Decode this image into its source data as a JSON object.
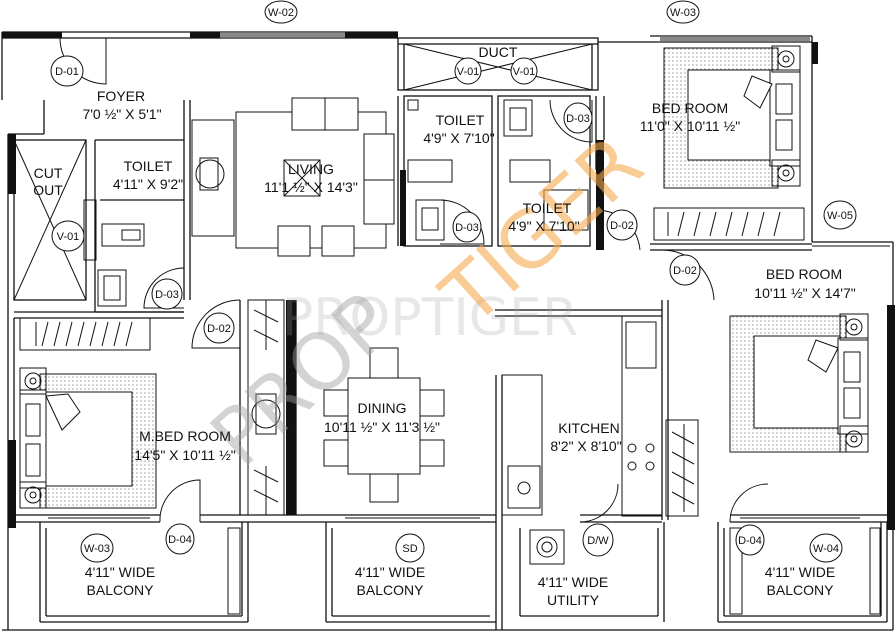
{
  "rooms": {
    "foyer": {
      "name": "FOYER",
      "dim": "7'0 ½\" X 5'1\""
    },
    "cutout": {
      "line1": "CUT",
      "line2": "OUT"
    },
    "toilet_left": {
      "name": "TOILET",
      "dim": "4'11\" X 9'2\""
    },
    "living": {
      "name": "LIVING",
      "dim": "11'1 ½\" X 14'3\""
    },
    "duct": {
      "name": "DUCT"
    },
    "toilet_mid": {
      "name": "TOILET",
      "dim": "4'9\" X 7'10\""
    },
    "toilet_right": {
      "name": "TOILET",
      "dim": "4'9\" X 7'10\""
    },
    "bedroom_top": {
      "name": "BED ROOM",
      "dim": "11'0\" X 10'11 ½\""
    },
    "bedroom_right": {
      "name": "BED ROOM",
      "dim": "10'11 ½\" X 14'7\""
    },
    "master_bedroom": {
      "name": "M.BED ROOM",
      "dim": "14'5\" X 10'11 ½\""
    },
    "dining": {
      "name": "DINING",
      "dim": "10'11 ½\" X 11'3 ½\""
    },
    "kitchen": {
      "name": "KITCHEN",
      "dim": "8'2\" X 8'10\""
    },
    "balcony_1": {
      "line1": "4'11\" WIDE",
      "line2": "BALCONY"
    },
    "balcony_2": {
      "line1": "4'11\" WIDE",
      "line2": "BALCONY"
    },
    "utility": {
      "line1": "4'11\" WIDE",
      "line2": "UTILITY"
    },
    "balcony_3": {
      "line1": "4'11\" WIDE",
      "line2": "BALCONY"
    }
  },
  "tags": {
    "w02": "W-02",
    "w03_top": "W-03",
    "w05": "W-05",
    "d01": "D-01",
    "v01_cut": "V-01",
    "v01_a": "V-01",
    "v01_b": "V-01",
    "d03_a": "D-03",
    "d03_b": "D-03",
    "d03_c": "D-03",
    "d02_a": "D-02",
    "d02_b": "D-02",
    "d02_c": "D-02",
    "w03_bal": "W-03",
    "d04_a": "D-04",
    "sd": "SD",
    "dw": "D/W",
    "d04_b": "D-04",
    "w04": "W-04"
  },
  "watermark": {
    "gray": "PROP",
    "orange": "TIGER",
    "faint": "PROPTIGER"
  },
  "colors": {
    "line": "#111111",
    "wall": "#111111",
    "watermark_orange": "#f5a94e",
    "watermark_gray": "#9e9e9e"
  }
}
